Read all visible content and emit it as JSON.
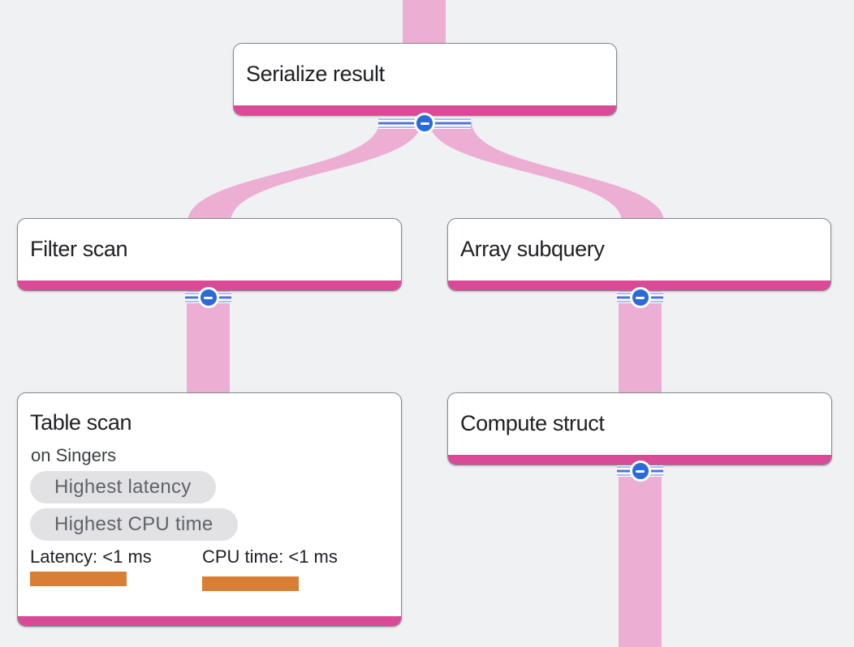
{
  "diagram": {
    "type": "query-execution-plan",
    "nodes": [
      {
        "title": "Serialize result"
      },
      {
        "title": "Filter scan"
      },
      {
        "title": "Array subquery"
      },
      {
        "title": "Table scan",
        "subtitle": "on Singers",
        "badges": [
          "Highest latency",
          "Highest CPU time"
        ],
        "metrics": [
          {
            "label": "Latency: <1 ms"
          },
          {
            "label": "CPU time: <1 ms"
          }
        ]
      },
      {
        "title": "Compute struct"
      }
    ],
    "edges": [
      {
        "from": "offscreen-top",
        "to": "Serialize result"
      },
      {
        "from": "Serialize result",
        "to": "Filter scan"
      },
      {
        "from": "Serialize result",
        "to": "Array subquery"
      },
      {
        "from": "Filter scan",
        "to": "Table scan"
      },
      {
        "from": "Array subquery",
        "to": "Compute struct"
      },
      {
        "from": "Compute struct",
        "to": "offscreen-bottom"
      }
    ],
    "collapse_button_icon": "minus-icon",
    "palette": {
      "background": "#f0f1f3",
      "edge_pink": "#ecaed3",
      "node_accent_magenta": "#d94b96",
      "collapse_blue": "#2b6bd8",
      "stripe_light_blue": "#a9bcf0",
      "stripe_mid_blue": "#4d74da",
      "metric_bar_orange": "#d97e35",
      "badge_bg": "#e2e2e4",
      "badge_text": "#5f6368",
      "title_text": "#202124",
      "node_border": "#85898d"
    }
  }
}
